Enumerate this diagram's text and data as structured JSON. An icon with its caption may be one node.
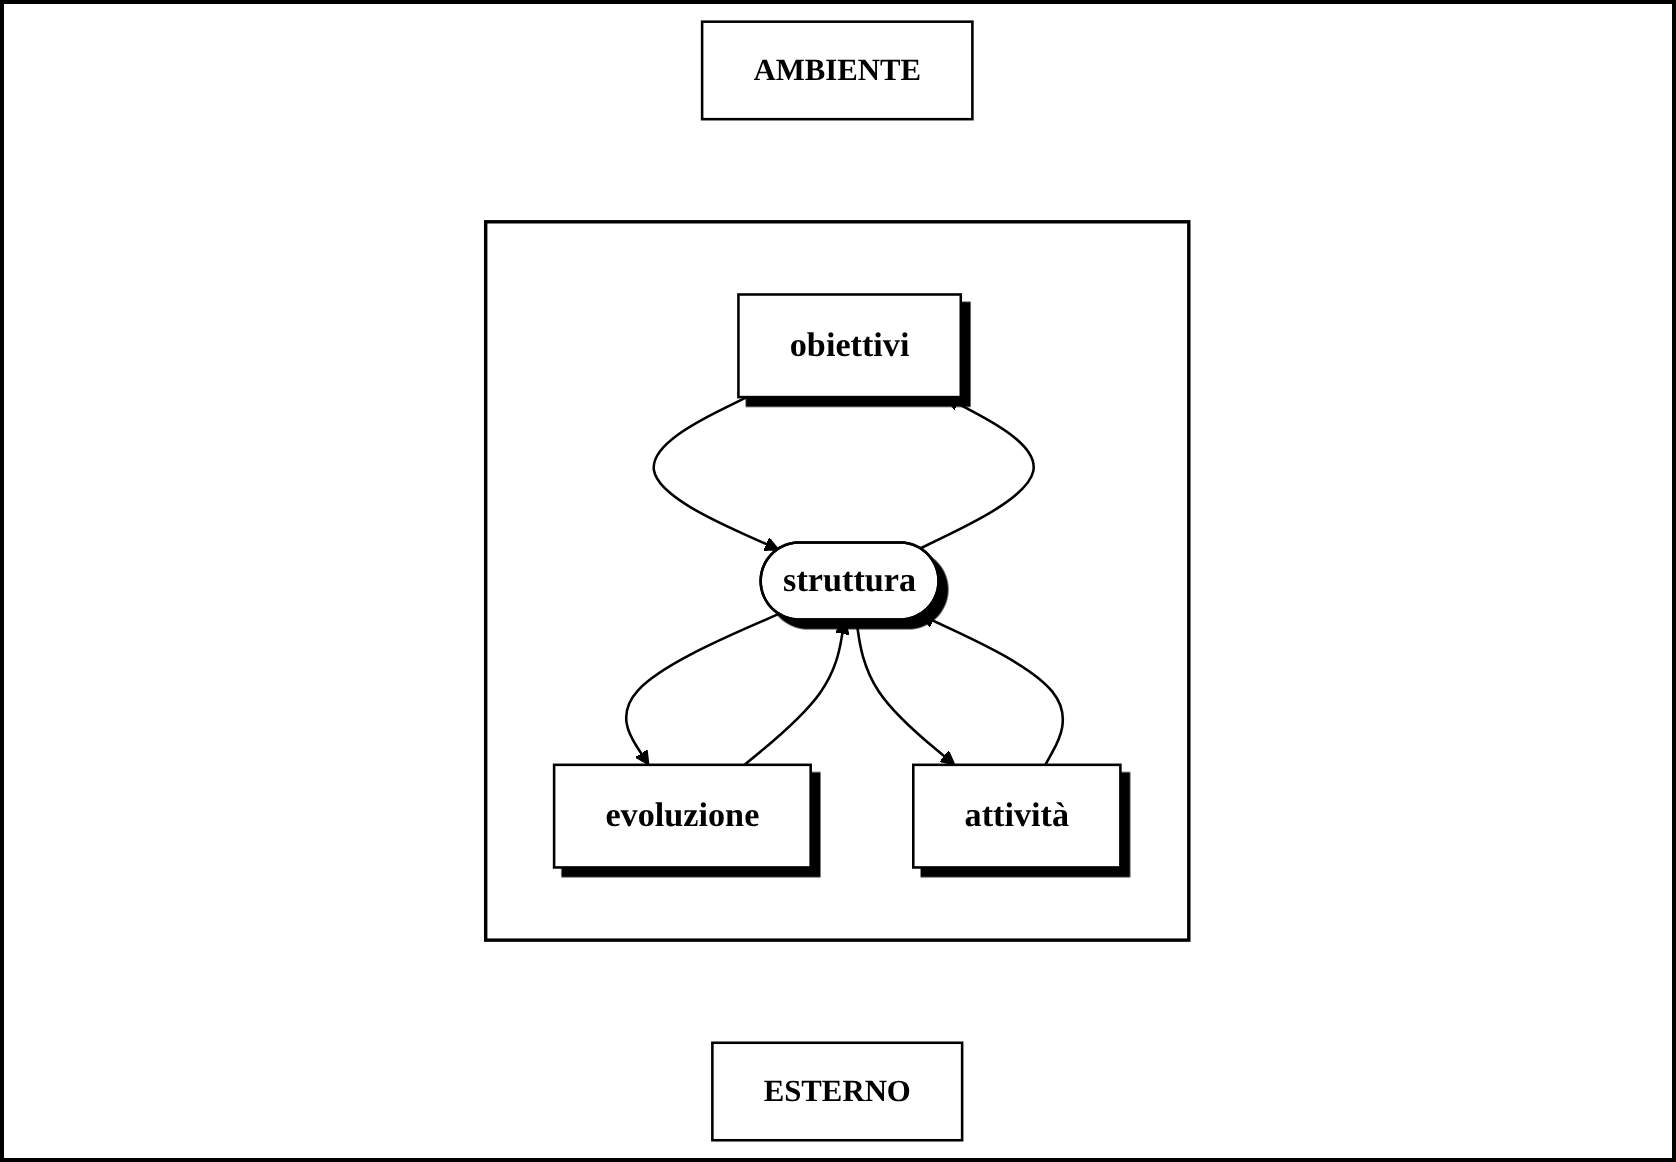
{
  "diagram": {
    "nodes": [
      {
        "text": [
          "AMBIENTE"
        ]
      },
      {
        "text": [],
        "shape": "box"
      },
      {
        "text": [
          "obiettivi"
        ],
        "in": 1
      },
      {
        "text": [
          "struttura"
        ],
        "in": 1
      },
      {
        "text": [
          "evoluzione"
        ],
        "in": 1
      },
      {
        "text": [
          "attività"
        ],
        "in": 1
      },
      {
        "text": [
          "ESTERNO"
        ]
      }
    ],
    "edges": [
      {
        "from": 2,
        "to": 3,
        "arrow": "to"
      },
      {
        "from": 3,
        "to": 2,
        "arrow": "to"
      },
      {
        "from": 3,
        "to": 4,
        "arrow": "to"
      },
      {
        "from": 4,
        "to": 3,
        "arrow": "to"
      },
      {
        "from": 5,
        "to": 3,
        "arrow": "to"
      },
      {
        "from": 3,
        "to": 5,
        "arrow": "to"
      }
    ]
  }
}
